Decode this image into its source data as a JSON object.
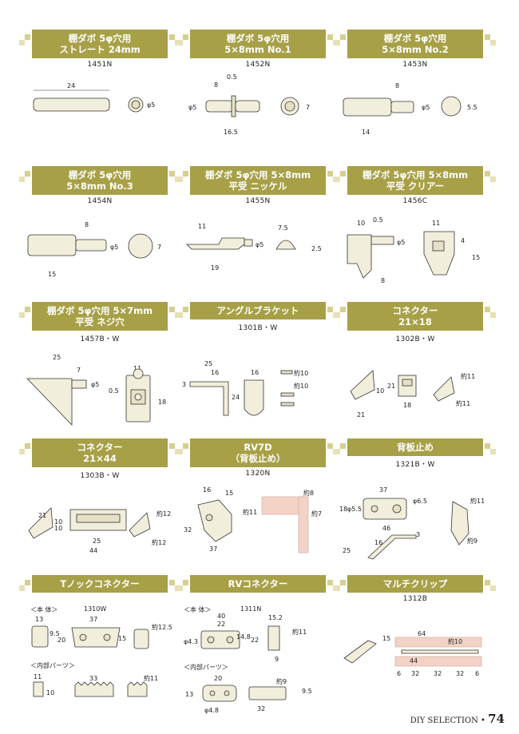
{
  "products": [
    {
      "title": [
        "棚ダボ 5φ穴用",
        "ストレート 24mm"
      ],
      "code": "1451N",
      "dims": [
        "24",
        "φ5"
      ]
    },
    {
      "title": [
        "棚ダボ 5φ穴用",
        "5×8mm No.1"
      ],
      "code": "1452N",
      "dims": [
        "0.5",
        "8",
        "φ5",
        "16.5",
        "7"
      ]
    },
    {
      "title": [
        "棚ダボ 5φ穴用",
        "5×8mm No.2"
      ],
      "code": "1453N",
      "dims": [
        "8",
        "φ5",
        "14",
        "5.5"
      ]
    },
    {
      "title": [
        "棚ダボ 5φ穴用",
        "5×8mm No.3"
      ],
      "code": "1454N",
      "dims": [
        "8",
        "φ5",
        "15",
        "7"
      ]
    },
    {
      "title": [
        "棚ダボ 5φ穴用 5×8mm",
        "平受 ニッケル"
      ],
      "code": "1455N",
      "dims": [
        "11",
        "φ5",
        "19",
        "7.5",
        "2.5"
      ]
    },
    {
      "title": [
        "棚ダボ 5φ穴用 5×8mm",
        "平受 クリアー"
      ],
      "code": "1456C",
      "dims": [
        "10",
        "0.5",
        "11",
        "φ5",
        "4",
        "15",
        "8"
      ]
    },
    {
      "title": [
        "棚ダボ 5φ穴用 5×7mm",
        "平受 ネジ穴"
      ],
      "code": "1457B・W",
      "dims": [
        "25",
        "7",
        "11",
        "φ5",
        "0.5",
        "18"
      ]
    },
    {
      "title": [
        "アングルブラケット"
      ],
      "code": "1301B・W",
      "dims": [
        "25",
        "16",
        "3",
        "24",
        "16",
        "約10",
        "約10"
      ]
    },
    {
      "title": [
        "コネクター",
        "21×18"
      ],
      "code": "1302B・W",
      "dims": [
        "10",
        "21",
        "21",
        "18",
        "約11",
        "約11"
      ]
    },
    {
      "title": [
        "コネクター",
        "21×44"
      ],
      "code": "1303B・W",
      "dims": [
        "10",
        "21",
        "25",
        "44",
        "約12",
        "約12",
        "10"
      ]
    },
    {
      "title": [
        "RV7D",
        "（背板止め）"
      ],
      "code": "1320N",
      "dims": [
        "16",
        "15",
        "約11",
        "約8",
        "約7",
        "32",
        "37"
      ]
    },
    {
      "title": [
        "背板止め"
      ],
      "code": "1321B・W",
      "dims": [
        "37",
        "18",
        "φ5.5",
        "φ6.5",
        "約11",
        "46",
        "3",
        "16",
        "25",
        "約9"
      ]
    },
    {
      "title": [
        "Tノックコネクター"
      ],
      "code": "1310W",
      "label_main": "＜本 体＞",
      "label_sub": "＜内部パーツ＞",
      "dims": [
        "13",
        "37",
        "約12.5",
        "9.5",
        "20",
        "15",
        "11",
        "33",
        "約11",
        "10"
      ]
    },
    {
      "title": [
        "RVコネクター"
      ],
      "code": "1311N",
      "label_main": "＜本 体＞",
      "label_sub": "＜内部パーツ＞",
      "dims": [
        "40",
        "22",
        "15.2",
        "14.8",
        "22",
        "φ4.3",
        "約11",
        "9",
        "20",
        "13",
        "約9",
        "9.5",
        "32",
        "φ4.8"
      ]
    },
    {
      "title": [
        "マルチクリップ"
      ],
      "code": "1312B",
      "dims": [
        "64",
        "15",
        "約10",
        "44",
        "6",
        "32",
        "32",
        "32",
        "6"
      ]
    }
  ],
  "footer": {
    "label": "DIY SELECTION",
    "page": "74"
  }
}
